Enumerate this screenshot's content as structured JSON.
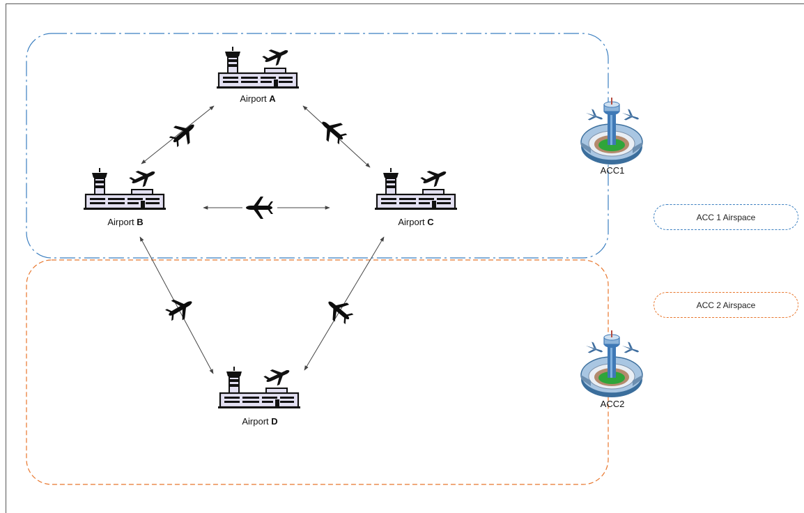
{
  "airports": {
    "a": {
      "name": "Airport",
      "letter": "A"
    },
    "b": {
      "name": "Airport",
      "letter": "B"
    },
    "c": {
      "name": "Airport",
      "letter": "C"
    },
    "d": {
      "name": "Airport",
      "letter": "D"
    }
  },
  "centers": {
    "acc1": "ACC1",
    "acc2": "ACC2"
  },
  "legend": {
    "acc1": "ACC 1 Airspace",
    "acc2": "ACC 2 Airspace"
  },
  "colors": {
    "acc1_airspace": "#3b7fc0",
    "acc2_airspace": "#e8762c",
    "terminal_fill": "#e3e0f2",
    "route_line": "#444444"
  }
}
